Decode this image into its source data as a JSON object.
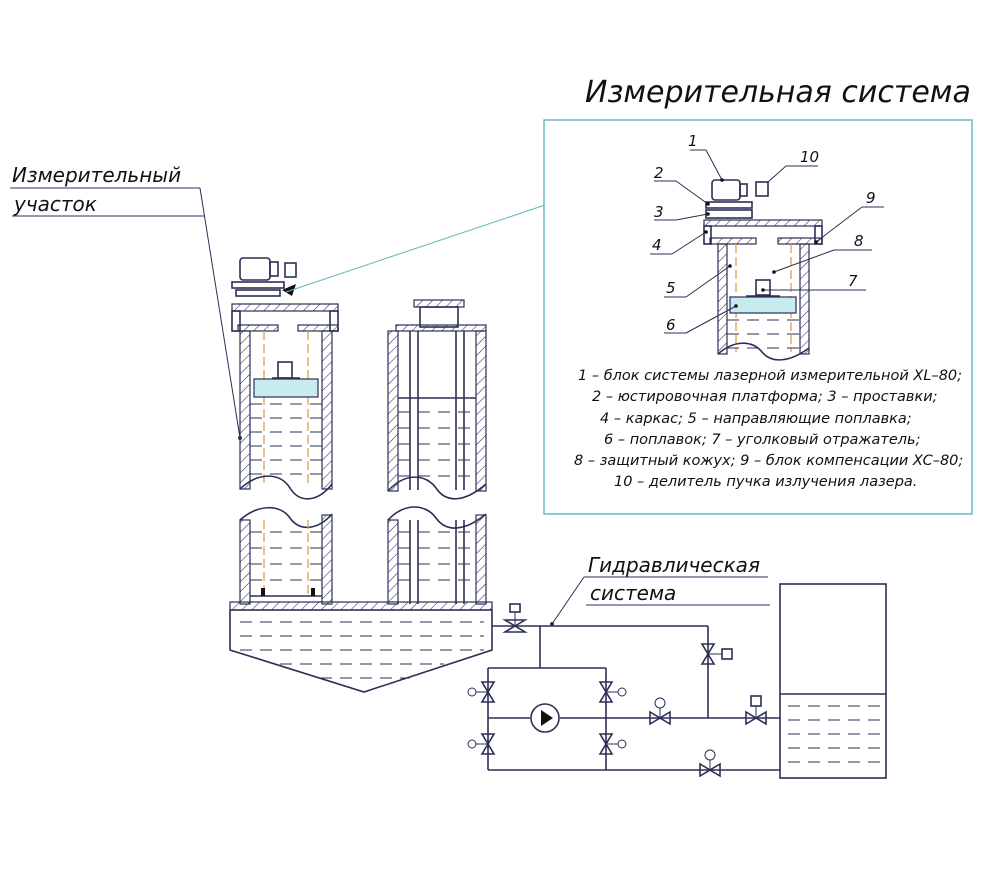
{
  "title": "Измерительная система",
  "labels": {
    "measuring_section_line1": "Измерительный",
    "measuring_section_line2": "участок",
    "hydraulic_system_line1": "Гидравлическая",
    "hydraulic_system_line2": "система"
  },
  "callouts": [
    "1",
    "2",
    "3",
    "4",
    "5",
    "6",
    "7",
    "8",
    "9",
    "10"
  ],
  "legend": [
    "1 – блок системы лазерной измерительной XL–80;",
    "2 – юстировочная платформа; 3 – проставки;",
    "4 – каркас; 5 – направляющие поплавка;",
    "6 – поплавок; 7 – уголковый отражатель;",
    "8 – защитный кожух; 9 – блок компенсации XC–80;",
    "10 – делитель пучка излучения лазера."
  ],
  "colors": {
    "line": "#2b2f55",
    "inset_border": "#5fb6bf",
    "float_fill": "#c6ecf0",
    "guide": "#d99a3a"
  }
}
